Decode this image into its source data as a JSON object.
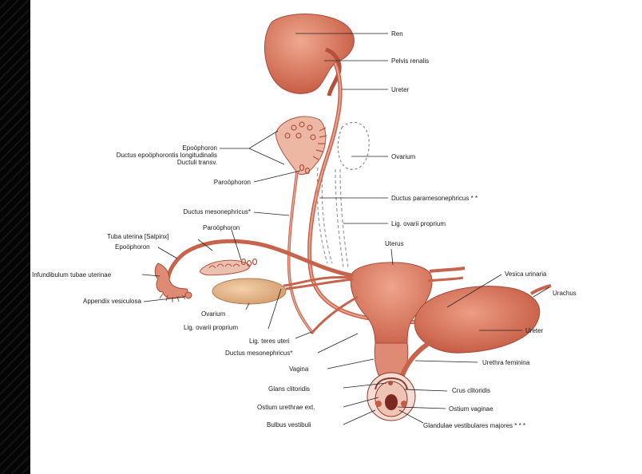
{
  "labels": {
    "ren": "Ren",
    "pelvis_renalis": "Pelvis renalis",
    "ureter_top": "Ureter",
    "epoophoron_top": "Epoöphoron",
    "ductus_epoophorontis": "Ductus epoöphorontis longitudinalis",
    "ductuli_transv": "Ductuli transv.",
    "ovarium_top": "Ovarium",
    "paroophoron_top": "Paroöphoron",
    "ductus_paramesonephricus": "Ductus paramesonephricus * *",
    "ductus_mesonephricus_top": "Ductus mesonephricus*",
    "lig_ovarii_proprium_right": "Lig. ovarii proprium",
    "paroophoron_mid": "Paroöphoron",
    "tuba_uterina": "Tuba uterina [Salpinx]",
    "epoophoron_left": "Epoöphoron",
    "uterus": "Uterus",
    "infundibulum": "Infundibulum tubae uterinae",
    "vesica_urinaria": "Vesica urinaria",
    "urachus": "Urachus",
    "appendix_vesiculosa": "Appendix vesiculosa",
    "ovarium_bottom": "Ovarium",
    "lig_ovarii_proprium_bottom": "Lig. ovarii proprium",
    "ureter_bottom": "Ureter",
    "lig_teres_uteri": "Lig. teres uteri",
    "ductus_mesonephricus_bottom": "Ductus mesonephricus*",
    "urethra_feminina": "Urethra feminina",
    "vagina": "Vagina",
    "glans_clitoridis": "Glans clitoridis",
    "crus_clitoridis": "Crus clitoridis",
    "ostium_urethrae": "Ostium urethrae ext.",
    "ostium_vaginae": "Ostium vaginae",
    "bulbus_vestibuli": "Bulbus vestibuli",
    "glandulae_vestibulares": "Glandulae vestibulares majores * * *"
  },
  "colors": {
    "organ": "#d97a64",
    "organ_dark": "#b5503c",
    "ovary": "#e2b48a",
    "background": "#ffffff",
    "left_bar": "#050505"
  }
}
